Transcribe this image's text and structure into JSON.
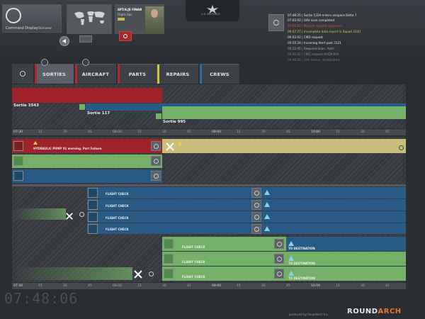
{
  "header": {
    "app_label": "Command Display",
    "app_sub": "Overview",
    "user_name": "SPT.H.JS FINAN",
    "user_role": "Flight Ops",
    "emblem_text": "U.S. AIR FORCE"
  },
  "alerts": [
    {
      "text": "07:48:25 | Sortie 5329 enters airspace Delta 7",
      "color": "#e8e8e8"
    },
    {
      "text": "07:02:02 | UAV scan completed",
      "color": "#e8e8e8"
    },
    {
      "text": "07:01:02 | Mission request approved",
      "color": "#d25050"
    },
    {
      "text": "06:47:27 | Incomplete data report in Squad 3330",
      "color": "#d8c43c"
    },
    {
      "text": "06:02:02 | CMD request",
      "color": "#e8e8e8"
    },
    {
      "text": "05:55:24 | Incoming Alert post 3121",
      "color": "#e8e8e8"
    },
    {
      "text": "05:22:45 | Required Scan. Alert.",
      "color": "#aaaaaa"
    },
    {
      "text": "05:02:02 | CMD request HUDP-899",
      "color": "#888888"
    },
    {
      "text": "04:48:30 | UAV sensor recalibrated",
      "color": "#777777"
    }
  ],
  "tabs": [
    {
      "label": "SORTIES",
      "accent": "#b02a30"
    },
    {
      "label": "AIRCRAFT",
      "accent": "#b02a30"
    },
    {
      "label": "PARTS",
      "accent": "#d8c43c"
    },
    {
      "label": "REPAIRS",
      "accent": "#2d6ea0"
    },
    {
      "label": "CREWS",
      "accent": "#2d6ea0"
    }
  ],
  "sorties": [
    {
      "label": "Sortie 3543",
      "color": "#9e2228"
    },
    {
      "label": "Sortie 117",
      "color": "#275a85"
    },
    {
      "label": "Sortie 995",
      "color": "#74b067"
    }
  ],
  "ruler_ticks": [
    "07:30",
    "15",
    "30",
    "45",
    "08:00",
    "15",
    "30",
    "45",
    "09:00",
    "15",
    "30",
    "45",
    "10:00",
    "15",
    "30",
    "45"
  ],
  "warning_text": "HYDRAULIC PUMP 01 warning.  Part Failure.",
  "flight_check": "FLIGHT CHECK",
  "to_destination": "TO DESTINATION",
  "clock": "07:48:06",
  "footer": {
    "produced_by": "produced by Roundarch Inc.",
    "brand_a": "ROUND",
    "brand_b": "ARCH"
  }
}
